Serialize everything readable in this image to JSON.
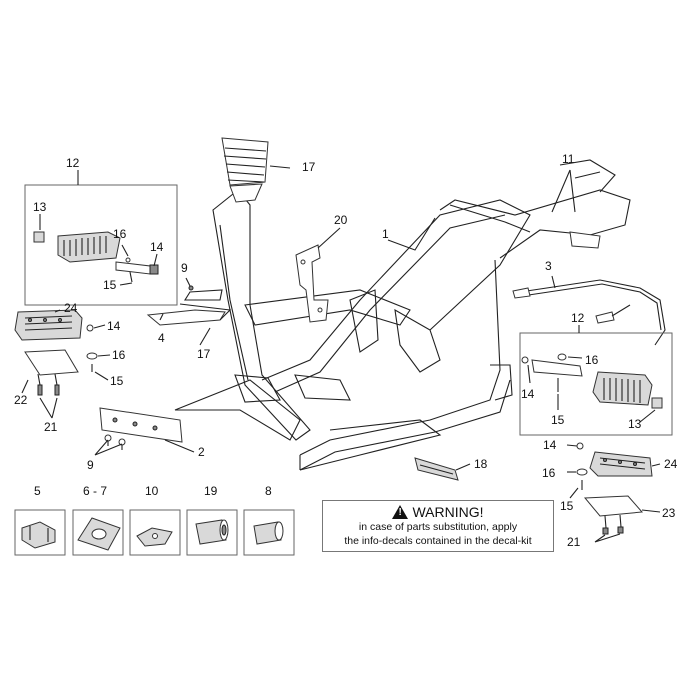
{
  "callouts": [
    "1",
    "2",
    "3",
    "4",
    "5",
    "6 - 7",
    "8",
    "9",
    "10",
    "11",
    "12",
    "13",
    "14",
    "15",
    "16",
    "17",
    "18",
    "19",
    "20",
    "21",
    "22",
    "23",
    "24"
  ],
  "warning": {
    "icon": "warning-triangle-icon",
    "title": "WARNING!",
    "line1": "in case of parts substitution, apply",
    "line2": "the info-decals contained in the decal-kit"
  }
}
